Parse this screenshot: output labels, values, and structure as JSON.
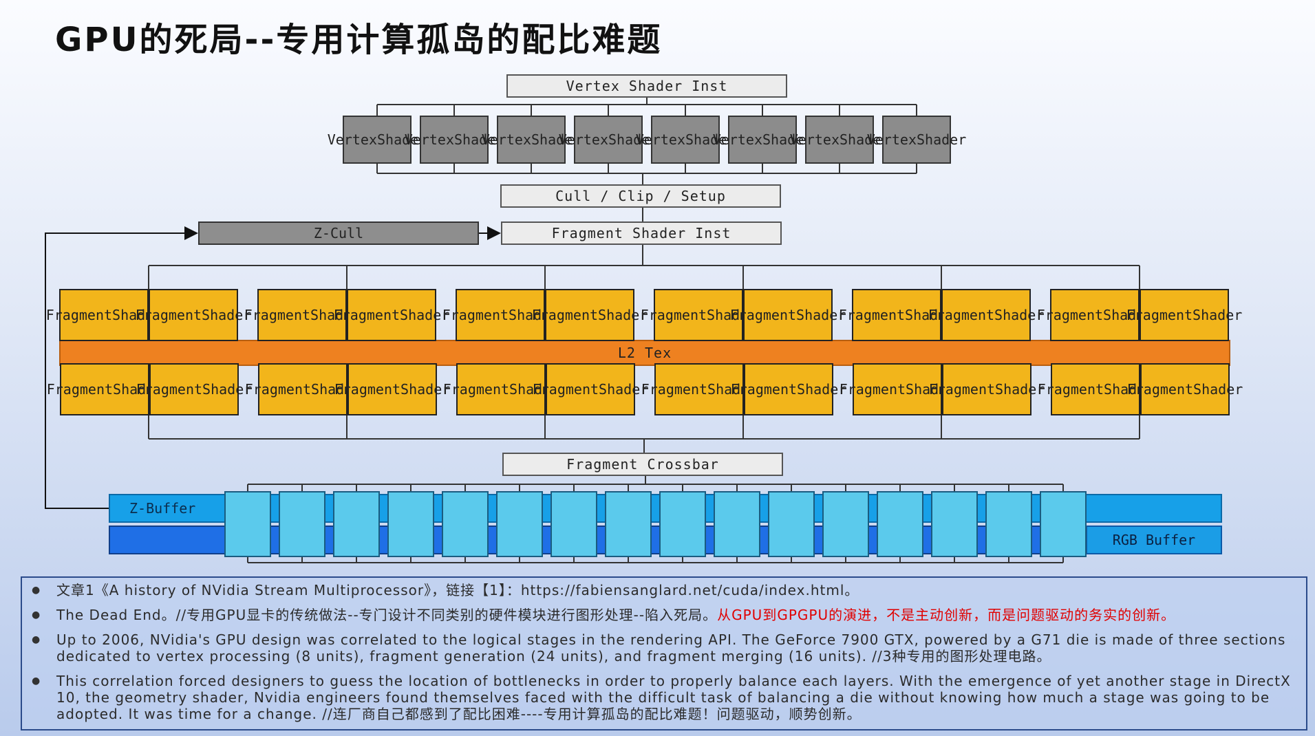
{
  "title": "GPU的死局--专用计算孤岛的配比难题",
  "diagram": {
    "vertex_inst": "Vertex Shader Inst",
    "vertex_shaders": [
      "Vertex\nShader",
      "Vertex\nShader",
      "Vertex\nShader",
      "Vertex\nShader",
      "Vertex\nShader",
      "Vertex\nShader",
      "Vertex\nShader",
      "Vertex\nShader"
    ],
    "cull_clip_setup": "Cull / Clip / Setup",
    "z_cull": "Z-Cull",
    "fragment_inst": "Fragment Shader Inst",
    "fragment_shader_label": "Fragment\nShader",
    "fragment_shader_count": 24,
    "l2_tex": "L2 Tex",
    "fragment_crossbar": "Fragment Crossbar",
    "z_buffer": "Z-Buffer",
    "rgb_buffer": "RGB Buffer",
    "merge_unit_count": 16
  },
  "notes": [
    {
      "text": "文章1《A history of NVidia Stream Multiprocessor》，链接【1】：https://fabiensanglard.net/cuda/index.html。"
    },
    {
      "text": "The Dead End。//专用GPU显卡的传统做法--专门设计不同类别的硬件模块进行图形处理--陷入死局。",
      "highlight": "从GPU到GPGPU的演进，不是主动创新，而是问题驱动的务实的创新。"
    },
    {
      "text": "Up to 2006, NVidia's GPU design was correlated to the logical stages in the rendering API. The GeForce 7900 GTX, powered by a G71 die is made of three sections dedicated to vertex processing (8 units), fragment generation (24 units), and fragment merging (16 units). //3种专用的图形处理电路。"
    },
    {
      "text": "This correlation forced designers to guess the location of bottlenecks in order to properly balance each layers. With the emergence of yet another stage in DirectX 10, the geometry shader, Nvidia engineers found themselves faced with the difficult task of balancing a die without knowing how much a stage was going to be adopted. It was time for a change. //连厂商自己都感到了配比困难----专用计算孤岛的配比难题！问题驱动，顺势创新。"
    }
  ],
  "colors": {
    "vertex": "#8c8c8c",
    "fragment": "#f2b51b",
    "l2": "#ee8120",
    "zbuffer": "#17a0e8",
    "rgbbuffer": "#1f6fe6",
    "merge": "#5bcaec",
    "highlight": "#e00000"
  }
}
